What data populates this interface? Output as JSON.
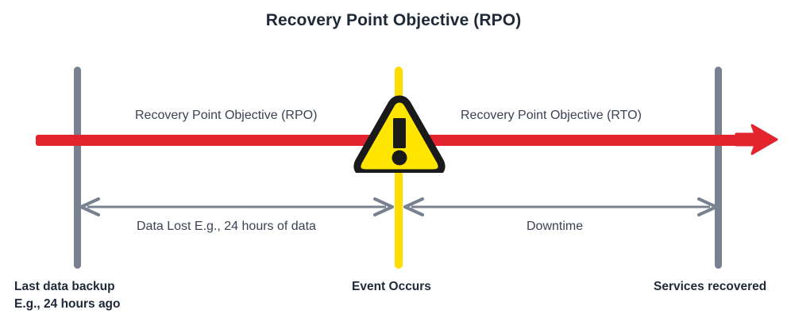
{
  "diagram": {
    "title": "Recovery Point Objective (RPO)",
    "colors": {
      "timeline_red": "#e3242f",
      "event_yellow": "#ffdd00",
      "marker_gray": "#78818f",
      "text_dark": "#1f2937",
      "text_body": "#3b4252",
      "warning_outline": "#1a1a1a"
    },
    "span_labels": {
      "left": "Recovery Point Objective (RPO)",
      "right": "Recovery Point Objective (RTO)"
    },
    "measure_captions": {
      "left": "Data Lost E.g., 24 hours of data",
      "right": "Downtime"
    },
    "endpoints": {
      "backup_line1": "Last data backup",
      "backup_line2": "E.g., 24 hours ago",
      "event": "Event Occurs",
      "recovered": "Services recovered"
    },
    "icons": {
      "warning": "warning-triangle-icon",
      "timeline_arrow": "arrow-right-icon"
    }
  }
}
